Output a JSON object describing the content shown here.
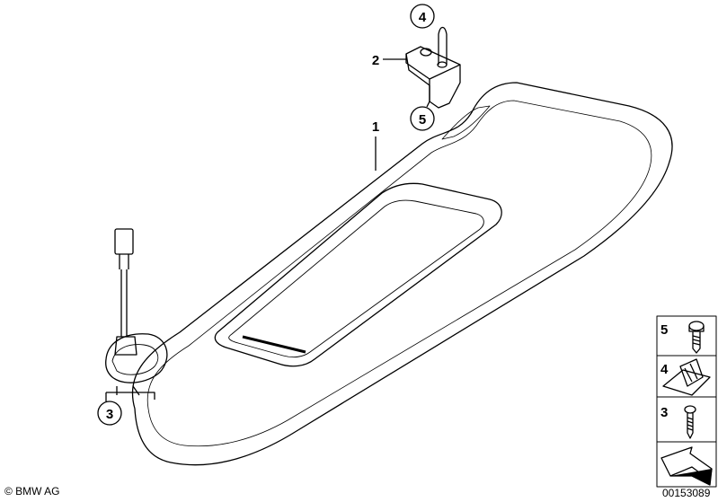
{
  "diagram": {
    "callouts": [
      {
        "id": "1",
        "part": "sun-visor"
      },
      {
        "id": "2",
        "part": "visor-clip-holder"
      },
      {
        "id": "3",
        "part": "visor-mount-bearing"
      },
      {
        "id": "4",
        "part": "clip"
      },
      {
        "id": "5",
        "part": "screw"
      }
    ],
    "legend": [
      {
        "id": "5",
        "part": "screw"
      },
      {
        "id": "4",
        "part": "clip-nut"
      },
      {
        "id": "3",
        "part": "screw"
      },
      {
        "id": "",
        "part": "direction-arrow"
      }
    ]
  },
  "footer": {
    "copyright": "© BMW AG",
    "drawing_number": "00153089"
  },
  "colors": {
    "line": "#000000",
    "background": "#ffffff"
  }
}
